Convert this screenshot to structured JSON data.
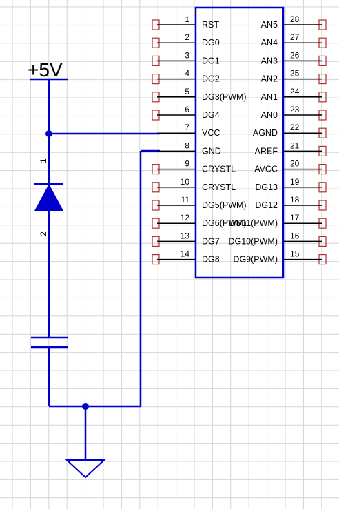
{
  "power_label": "+5V",
  "chip": {
    "left_pins": [
      {
        "num": "1",
        "name": "RST"
      },
      {
        "num": "2",
        "name": "DG0"
      },
      {
        "num": "3",
        "name": "DG1"
      },
      {
        "num": "4",
        "name": "DG2"
      },
      {
        "num": "5",
        "name": "DG3(PWM)"
      },
      {
        "num": "6",
        "name": "DG4"
      },
      {
        "num": "7",
        "name": "VCC"
      },
      {
        "num": "8",
        "name": "GND"
      },
      {
        "num": "9",
        "name": "CRYSTL"
      },
      {
        "num": "10",
        "name": "CRYSTL"
      },
      {
        "num": "11",
        "name": "DG5(PWM)"
      },
      {
        "num": "12",
        "name": "DG6(PWM)"
      },
      {
        "num": "13",
        "name": "DG7"
      },
      {
        "num": "14",
        "name": "DG8"
      }
    ],
    "right_pins": [
      {
        "num": "28",
        "name": "AN5"
      },
      {
        "num": "27",
        "name": "AN4"
      },
      {
        "num": "26",
        "name": "AN3"
      },
      {
        "num": "25",
        "name": "AN2"
      },
      {
        "num": "24",
        "name": "AN1"
      },
      {
        "num": "23",
        "name": "AN0"
      },
      {
        "num": "22",
        "name": "AGND"
      },
      {
        "num": "21",
        "name": "AREF"
      },
      {
        "num": "20",
        "name": "AVCC"
      },
      {
        "num": "19",
        "name": "DG13"
      },
      {
        "num": "18",
        "name": "DG12"
      },
      {
        "num": "17",
        "name": "DG11(PWM)"
      },
      {
        "num": "16",
        "name": "DG10(PWM)"
      },
      {
        "num": "15",
        "name": "DG9(PWM)"
      }
    ]
  },
  "diode": {
    "pin_top": "1",
    "pin_bottom": "2"
  },
  "colors": {
    "wire": "#0000cc",
    "pin_stub": "#000000",
    "pin_box": "#b03030",
    "grid": "#d4d4d4",
    "background": "#ffffff"
  }
}
